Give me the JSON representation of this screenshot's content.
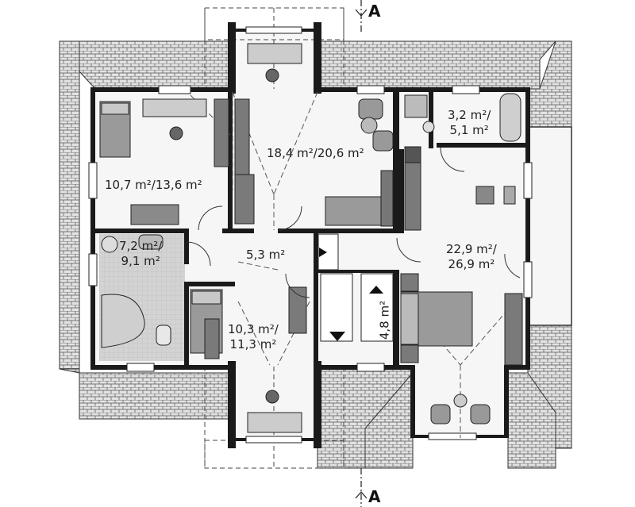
{
  "section_marker": "A",
  "rooms": [
    {
      "id": "bedroom-left",
      "area": "10,7 m²/13,6 m²"
    },
    {
      "id": "hall-top",
      "area": "18,4 m²/20,6 m²"
    },
    {
      "id": "bath-small",
      "line1": "3,2 m²/",
      "line2": "5,1 m²"
    },
    {
      "id": "bath-left",
      "line1": "7,2 m²/",
      "line2": "9,1 m²"
    },
    {
      "id": "corridor",
      "area": "5,3 m²"
    },
    {
      "id": "bedroom-bottom",
      "line1": "10,3 m²/",
      "line2": "11,3 m²"
    },
    {
      "id": "stair-area",
      "area": "4,8 m²"
    },
    {
      "id": "bedroom-right",
      "line1": "22,9 m²/",
      "line2": "26,9 m²"
    }
  ],
  "colors": {
    "wall": "#1a1a1a",
    "roof": "#d8d8d8",
    "floor": "#f3f3f3",
    "furniture": "#8a8a8a",
    "bath_floor": "#cfcfcf"
  }
}
